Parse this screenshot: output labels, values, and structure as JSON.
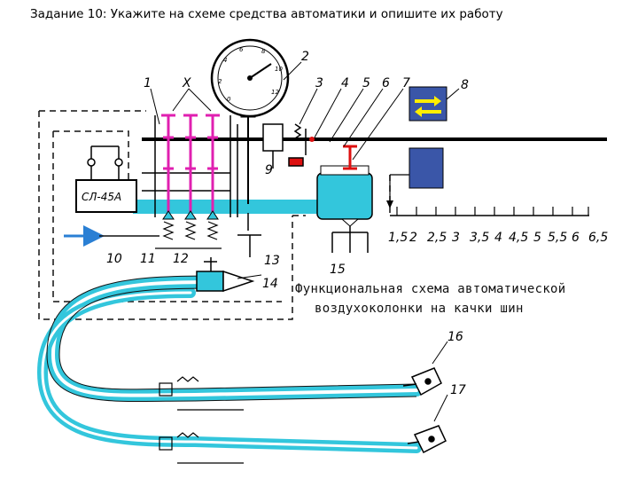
{
  "title": "Задание 10: Укажите на схеме средства автоматики и опишите их работу",
  "caption_line1": "Функциональная схема автоматической",
  "caption_line2": "воздухоколонки на качки шин",
  "controller_label": "СЛ-45А",
  "labels": {
    "n1": "1",
    "nx": "Х",
    "n2": "2",
    "n3": "3",
    "n4": "4",
    "n5": "5",
    "n6": "6",
    "n7": "7",
    "n8": "8",
    "n9": "9",
    "n10": "10",
    "n11": "11",
    "n12": "12",
    "n13": "13",
    "n14": "14",
    "n15": "15",
    "n16": "16",
    "n17": "17"
  },
  "gauge_scale": [
    "0",
    "2",
    "4",
    "6",
    "8",
    "10",
    "12"
  ],
  "pressure_scale": [
    "1,5",
    "2",
    "2,5",
    "3",
    "3,5",
    "4",
    "4,5",
    "5",
    "5,5",
    "6",
    "6,5"
  ],
  "colors": {
    "pipe": "#33c6dc",
    "pink": "#e020b0",
    "blue_box": "#3a56a8",
    "yellow": "#ffee00",
    "red": "#dd1010"
  }
}
